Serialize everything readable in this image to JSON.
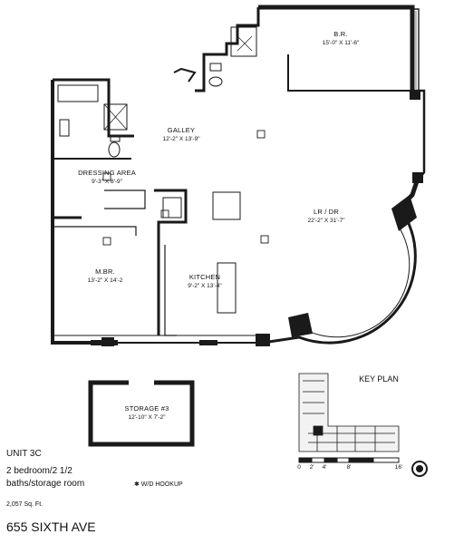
{
  "rooms": {
    "br": {
      "name": "B.R.",
      "dims": "15'-0\" X 11'-6\""
    },
    "galley": {
      "name": "GALLEY",
      "dims": "12'-2\" X 13'-9\""
    },
    "dressing": {
      "name": "DRESSING AREA",
      "dims": "9'-3\" X 8'-9\""
    },
    "lrdr": {
      "name": "LR / DR",
      "dims": "22'-2\" X 31'-7\""
    },
    "mbr": {
      "name": "M.BR.",
      "dims": "13'-2\" X 14'-2"
    },
    "kitchen": {
      "name": "KITCHEN",
      "dims": "9'-2\" X 13'-4\""
    },
    "storage": {
      "name": "STORAGE #3",
      "dims": "12'-10\" X 7'-2\""
    }
  },
  "key_plan": {
    "title": "KEY PLAN"
  },
  "scale": {
    "ticks": [
      "0",
      "2'",
      "4'",
      "8'",
      "16'"
    ]
  },
  "unit": {
    "name": "UNIT 3C",
    "line1": "2 bedroom/2 1/2",
    "line2": "baths/storage room",
    "area": "2,057 Sq. Ft.",
    "wd_note": "✱ W/D HOOKUP",
    "address": "655 SIXTH AVE"
  },
  "colors": {
    "wall": "#1a1a1a",
    "ink": "#111111"
  }
}
